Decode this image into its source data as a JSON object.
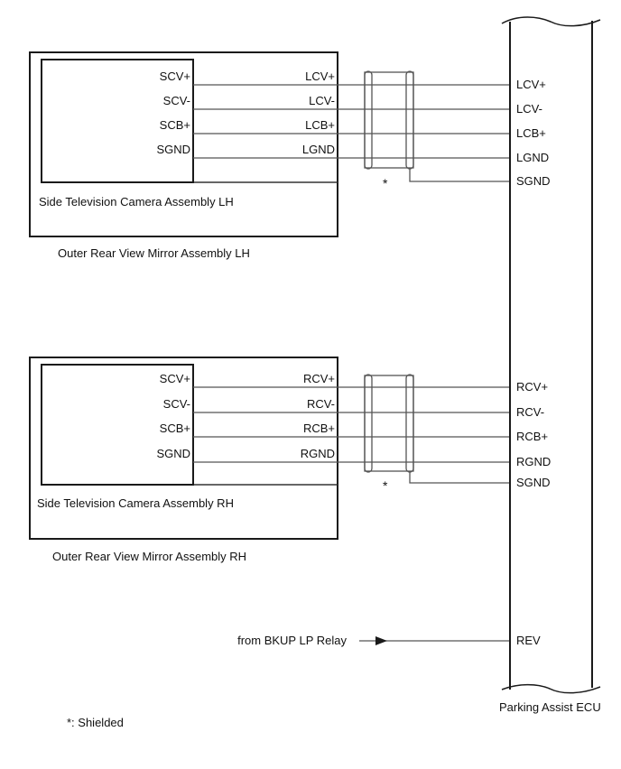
{
  "colors": {
    "background": "#ffffff",
    "box_border": "#1a1a1a",
    "wire": "#555555",
    "text": "#111111"
  },
  "groups": [
    {
      "id": "lh",
      "camera_label": "Side Television Camera Assembly LH",
      "mirror_label": "Outer Rear View Mirror Assembly LH",
      "camera_pins": [
        "SCV+",
        "SCV-",
        "SCB+",
        "SGND"
      ],
      "mirror_pins": [
        "LCV+",
        "LCV-",
        "LCB+",
        "LGND"
      ],
      "ecu_pins": [
        "LCV+",
        "LCV-",
        "LCB+",
        "LGND",
        "SGND"
      ],
      "shield_marker": "*"
    },
    {
      "id": "rh",
      "camera_label": "Side Television Camera Assembly RH",
      "mirror_label": "Outer Rear View Mirror Assembly RH",
      "camera_pins": [
        "SCV+",
        "SCV-",
        "SCB+",
        "SGND"
      ],
      "mirror_pins": [
        "RCV+",
        "RCV-",
        "RCB+",
        "RGND"
      ],
      "ecu_pins": [
        "RCV+",
        "RCV-",
        "RCB+",
        "RGND",
        "SGND"
      ],
      "shield_marker": "*"
    }
  ],
  "relay": {
    "source_label": "from BKUP LP Relay",
    "ecu_pin": "REV"
  },
  "ecu": {
    "label": "Parking Assist ECU"
  },
  "footnote": "*: Shielded"
}
